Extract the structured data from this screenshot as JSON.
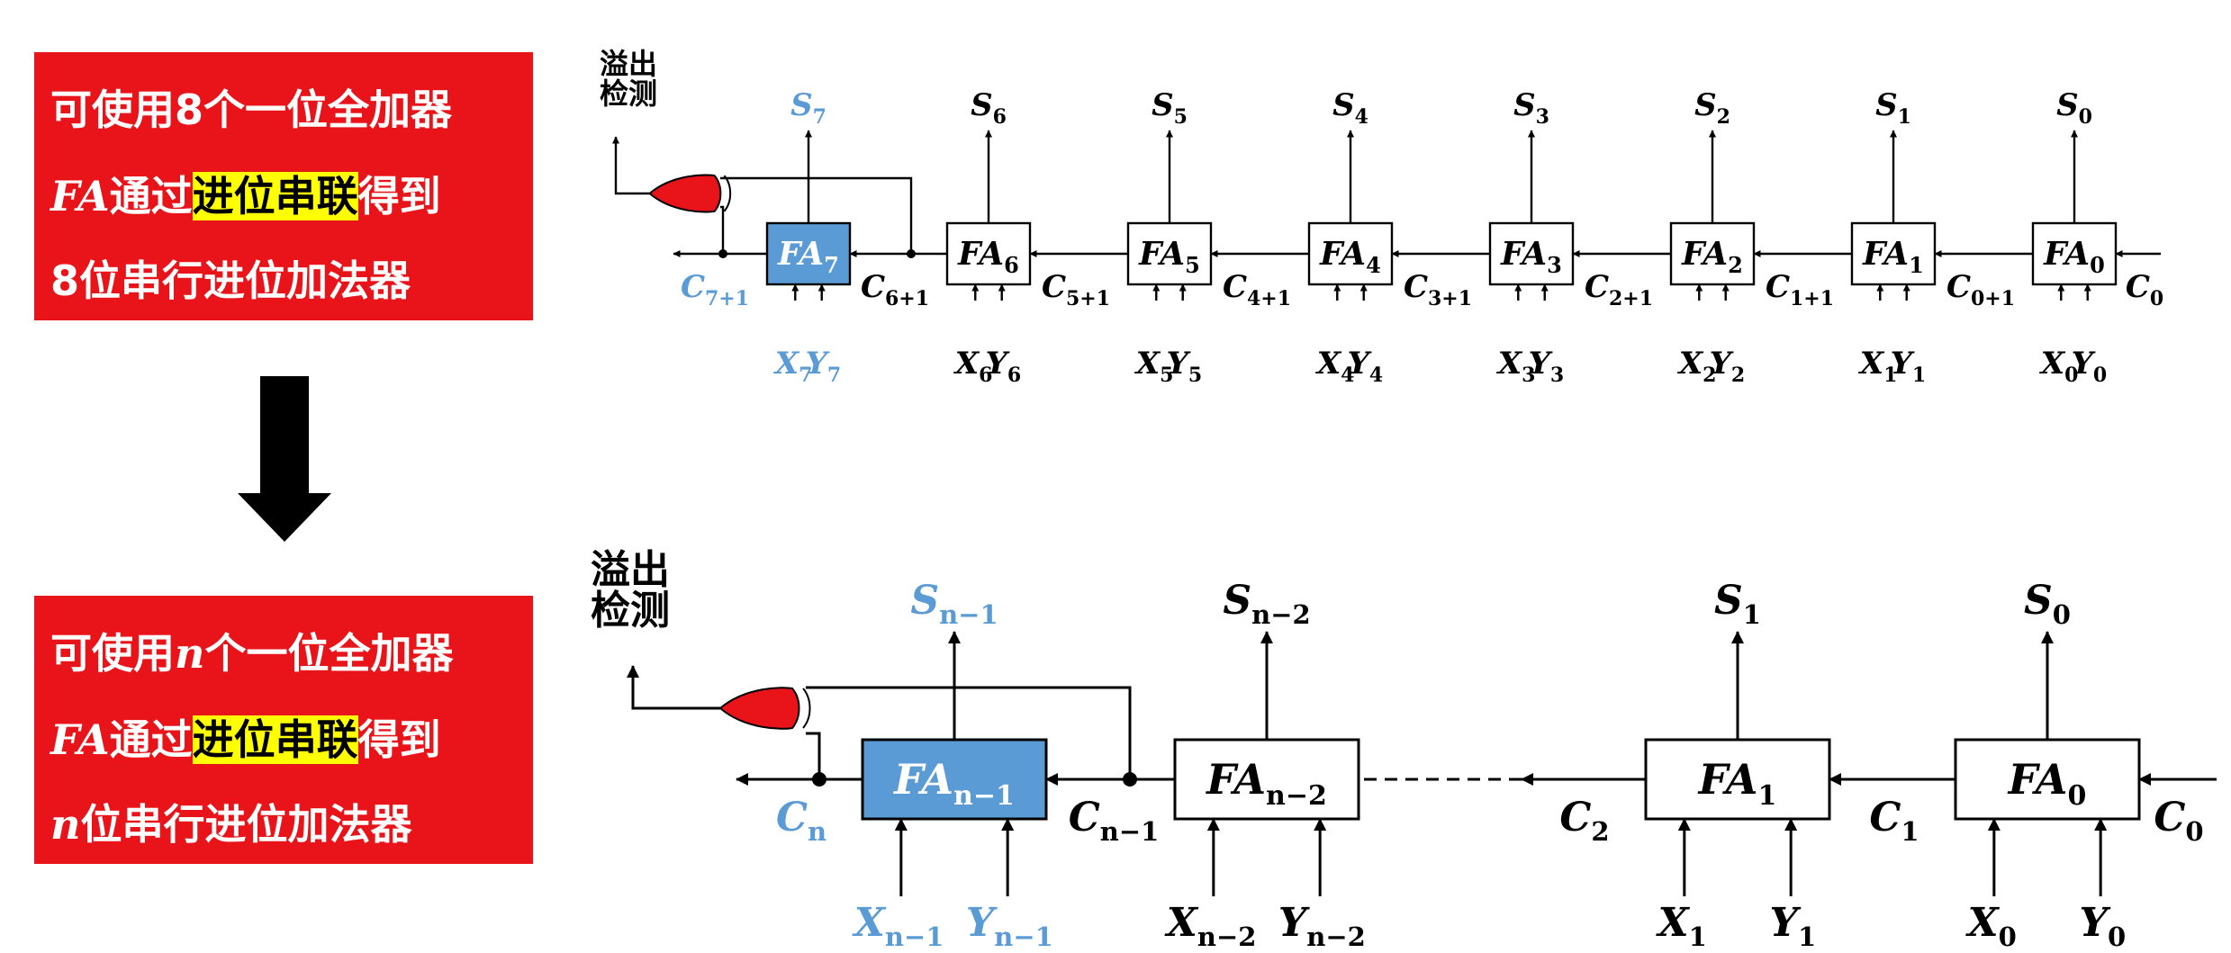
{
  "panel_top": {
    "line1_prefix": "可使用",
    "line1_count": "8",
    "line1_suffix": "个一位全加器",
    "line2_fa": "FA",
    "line2_via": "通过",
    "line2_highlight": "进位串联",
    "line2_get": "得到",
    "line3": "8位串行进位加法器"
  },
  "panel_bottom": {
    "line1_prefix": "可使用",
    "line1_count": "n",
    "line1_suffix": "个一位全加器",
    "line2_fa": "FA",
    "line2_via": "通过",
    "line2_highlight": "进位串联",
    "line2_get": "得到",
    "line3_var": "n",
    "line3_rest": "位串行进位加法器"
  },
  "overflow_label": [
    "溢出",
    "检测"
  ],
  "colors": {
    "panel_red": "#e8141a",
    "highlight_yellow": "#ffff00",
    "accent_blue": "#5b9bd5",
    "xor_red": "#e8141a",
    "arrow_down": "#000000"
  },
  "top_chain": {
    "adders": [
      {
        "base": "FA",
        "sub": "7",
        "s_base": "S",
        "s_sub": "7",
        "x_base": "X",
        "x_sub": "7",
        "y_base": "Y",
        "y_sub": "7",
        "c_base": "C",
        "c_sub": "7+1",
        "highlight": true
      },
      {
        "base": "FA",
        "sub": "6",
        "s_base": "S",
        "s_sub": "6",
        "x_base": "X",
        "x_sub": "6",
        "y_base": "Y",
        "y_sub": "6",
        "c_base": "C",
        "c_sub": "6+1",
        "highlight": false
      },
      {
        "base": "FA",
        "sub": "5",
        "s_base": "S",
        "s_sub": "5",
        "x_base": "X",
        "x_sub": "5",
        "y_base": "Y",
        "y_sub": "5",
        "c_base": "C",
        "c_sub": "5+1",
        "highlight": false
      },
      {
        "base": "FA",
        "sub": "4",
        "s_base": "S",
        "s_sub": "4",
        "x_base": "X",
        "x_sub": "4",
        "y_base": "Y",
        "y_sub": "4",
        "c_base": "C",
        "c_sub": "4+1",
        "highlight": false
      },
      {
        "base": "FA",
        "sub": "3",
        "s_base": "S",
        "s_sub": "3",
        "x_base": "X",
        "x_sub": "3",
        "y_base": "Y",
        "y_sub": "3",
        "c_base": "C",
        "c_sub": "3+1",
        "highlight": false
      },
      {
        "base": "FA",
        "sub": "2",
        "s_base": "S",
        "s_sub": "2",
        "x_base": "X",
        "x_sub": "2",
        "y_base": "Y",
        "y_sub": "2",
        "c_base": "C",
        "c_sub": "2+1",
        "highlight": false
      },
      {
        "base": "FA",
        "sub": "1",
        "s_base": "S",
        "s_sub": "1",
        "x_base": "X",
        "x_sub": "1",
        "y_base": "Y",
        "y_sub": "1",
        "c_base": "C",
        "c_sub": "1+1",
        "highlight": false
      },
      {
        "base": "FA",
        "sub": "0",
        "s_base": "S",
        "s_sub": "0",
        "x_base": "X",
        "x_sub": "0",
        "y_base": "Y",
        "y_sub": "0",
        "c_base": "C",
        "c_sub": "0+1",
        "highlight": false
      }
    ],
    "carry_in": {
      "base": "C",
      "sub": "0"
    }
  },
  "bottom_chain": {
    "adders": [
      {
        "base": "FA",
        "sub": "n−1",
        "s_base": "S",
        "s_sub": "n−1",
        "x_base": "X",
        "x_sub": "n−1",
        "y_base": "Y",
        "y_sub": "n−1",
        "c_base": "C",
        "c_sub": "n",
        "highlight": true
      },
      {
        "base": "FA",
        "sub": "n−2",
        "s_base": "S",
        "s_sub": "n−2",
        "x_base": "X",
        "x_sub": "n−2",
        "y_base": "Y",
        "y_sub": "n−2",
        "c_base": "C",
        "c_sub": "n−1",
        "highlight": false
      },
      {
        "base": "FA",
        "sub": "1",
        "s_base": "S",
        "s_sub": "1",
        "x_base": "X",
        "x_sub": "1",
        "y_base": "Y",
        "y_sub": "1",
        "c_base": "C",
        "c_sub": "2",
        "highlight": false
      },
      {
        "base": "FA",
        "sub": "0",
        "s_base": "S",
        "s_sub": "0",
        "x_base": "X",
        "x_sub": "0",
        "y_base": "Y",
        "y_sub": "0",
        "c_base": "C",
        "c_sub": "1",
        "highlight": false
      }
    ],
    "carry_in": {
      "base": "C",
      "sub": "0"
    }
  }
}
